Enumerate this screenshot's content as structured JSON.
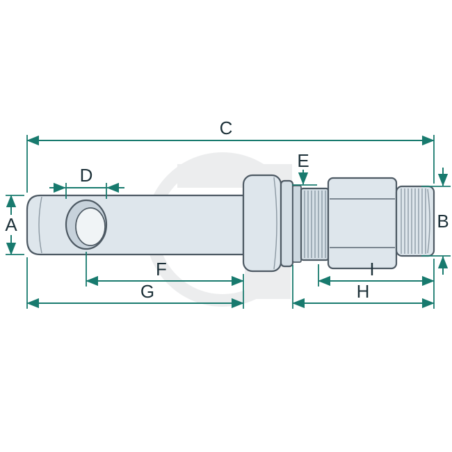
{
  "diagram": {
    "type": "technical-drawing",
    "subject": "lower-link-implement-pin-with-collar-threads-and-hex-nut",
    "labels": {
      "a": "A",
      "b": "B",
      "c": "C",
      "d": "D",
      "e": "E",
      "f": "F",
      "g": "G",
      "h": "H",
      "i": "I"
    },
    "colors": {
      "dimension_line": "#187a6e",
      "part_outline": "#4d5963",
      "part_fill": "#dee6ec",
      "label_text": "#1c3038",
      "watermark": "#ecedee",
      "background": "#ffffff"
    }
  }
}
